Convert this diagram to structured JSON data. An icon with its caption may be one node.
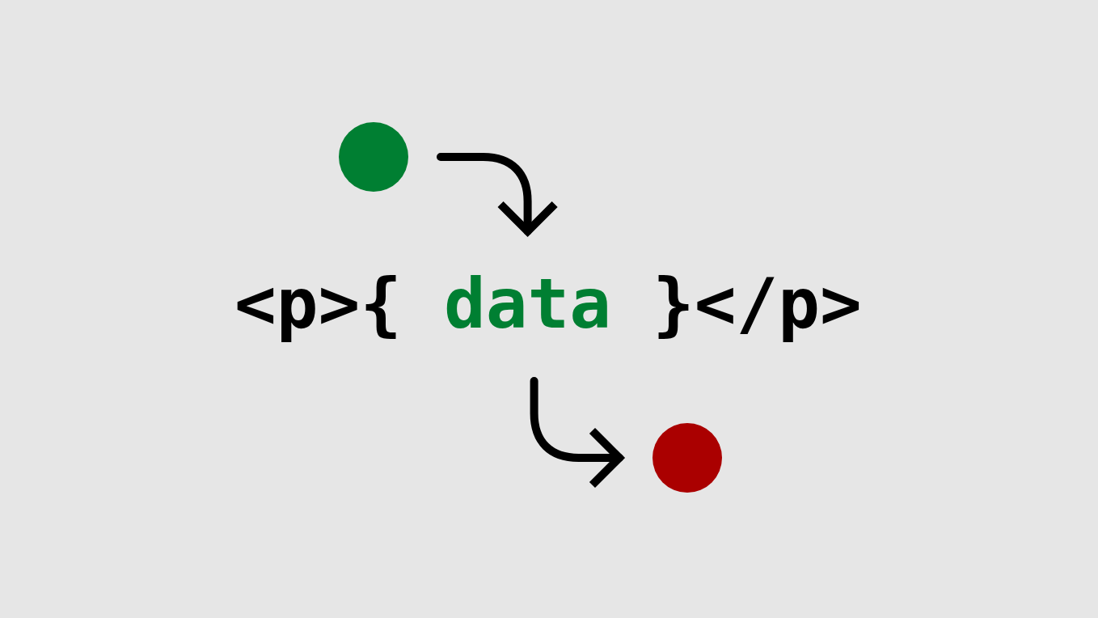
{
  "diagram": {
    "nodes": [
      {
        "text": [],
        "shape": "circle"
      },
      {
        "text": [
          "data"
        ]
      },
      {
        "text": [],
        "shape": "circle"
      }
    ],
    "edges": [
      {
        "from": 0,
        "to": 1,
        "arrow": "to"
      },
      {
        "from": 1,
        "to": 2,
        "arrow": "to"
      }
    ],
    "labels": [
      "<p>{",
      "}</p>"
    ]
  }
}
